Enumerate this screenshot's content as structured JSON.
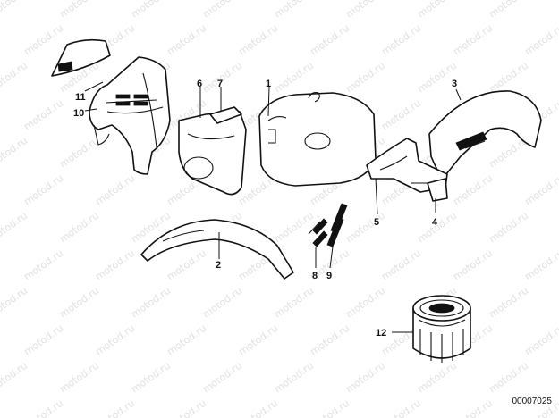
{
  "watermark": "motod.ru",
  "diagram_code": "00007025",
  "callouts": [
    "11",
    "10",
    "6",
    "7",
    "1",
    "3",
    "5",
    "4",
    "2",
    "8",
    "9",
    "12"
  ]
}
